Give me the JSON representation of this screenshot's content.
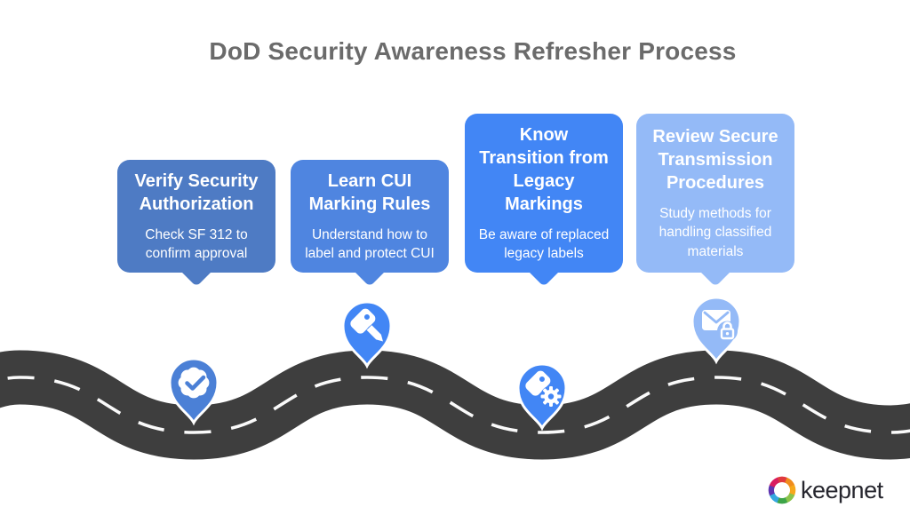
{
  "title": "DoD Security Awareness Refresher Process",
  "title_color": "#6b6b6b",
  "steps": [
    {
      "heading": "Verify Security Authorization",
      "body": "Check SF 312 to confirm approval",
      "icon": "verified-badge-icon",
      "card_color": "#4e7bc4",
      "pin_color": "#4b80d6"
    },
    {
      "heading": "Learn CUI Marking Rules",
      "body": "Understand how to label and protect CUI",
      "icon": "tag-edit-icon",
      "card_color": "#4f85e0",
      "pin_color": "#4286f5"
    },
    {
      "heading": "Know Transition from Legacy Markings",
      "body": "Be aware of replaced legacy labels",
      "icon": "tag-gear-icon",
      "card_color": "#4286f5",
      "pin_color": "#4286f5"
    },
    {
      "heading": "Review Secure Transmission Procedures",
      "body": "Study methods for handling classified materials",
      "icon": "secure-mail-icon",
      "card_color": "#94baf7",
      "pin_color": "#94baf7"
    }
  ],
  "road": {
    "color": "#3e3e3e",
    "lane_marking_color": "#fafafa"
  },
  "logo": {
    "text": "keepnet",
    "text_color": "#26262e",
    "mark_icon": "keepnet-pinwheel-icon",
    "mark_colors": [
      "#e03a3e",
      "#f08c1d",
      "#f6a81c",
      "#8bc34a",
      "#3da448",
      "#35a8e0",
      "#5e35b1",
      "#d81b60"
    ]
  }
}
